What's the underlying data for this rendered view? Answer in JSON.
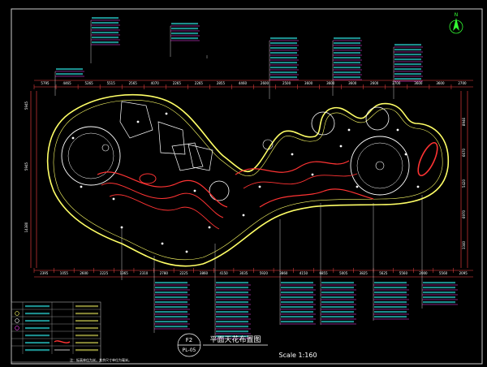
{
  "drawing": {
    "title": "平面天花布置图",
    "scale": "Scale 1:160",
    "sheet_top": "F2",
    "sheet_bottom": "PL-05",
    "north_label": "N"
  },
  "dims_top": [
    "5795",
    "4465",
    "5265",
    "5515",
    "2565",
    "4070",
    "2265",
    "2265",
    "2855",
    "4460",
    "2600",
    "2500",
    "3600",
    "3600",
    "3600",
    "2600",
    "2700",
    "3600",
    "3600",
    "2700"
  ],
  "dims_bottom": [
    "2395",
    "1055",
    "2600",
    "2225",
    "1365",
    "2310",
    "2780",
    "2225",
    "3860",
    "4150",
    "3035",
    "5920",
    "3860",
    "4150",
    "6855",
    "5005",
    "3825",
    "5625",
    "5560",
    "2000",
    "5560",
    "2095"
  ],
  "dims_left": [
    "5945",
    "5945",
    "14380"
  ],
  "dims_right": [
    "8946",
    "6670",
    "5420",
    "6970",
    "3340"
  ],
  "notes": "注：标高单位为米，其余尺寸单位为毫米。",
  "colors": {
    "outline": "#ffff66",
    "red": "#ff3333",
    "cyan": "#33ffff",
    "white": "#ffffff",
    "magenta": "#ff44ff",
    "green": "#33ff33"
  }
}
